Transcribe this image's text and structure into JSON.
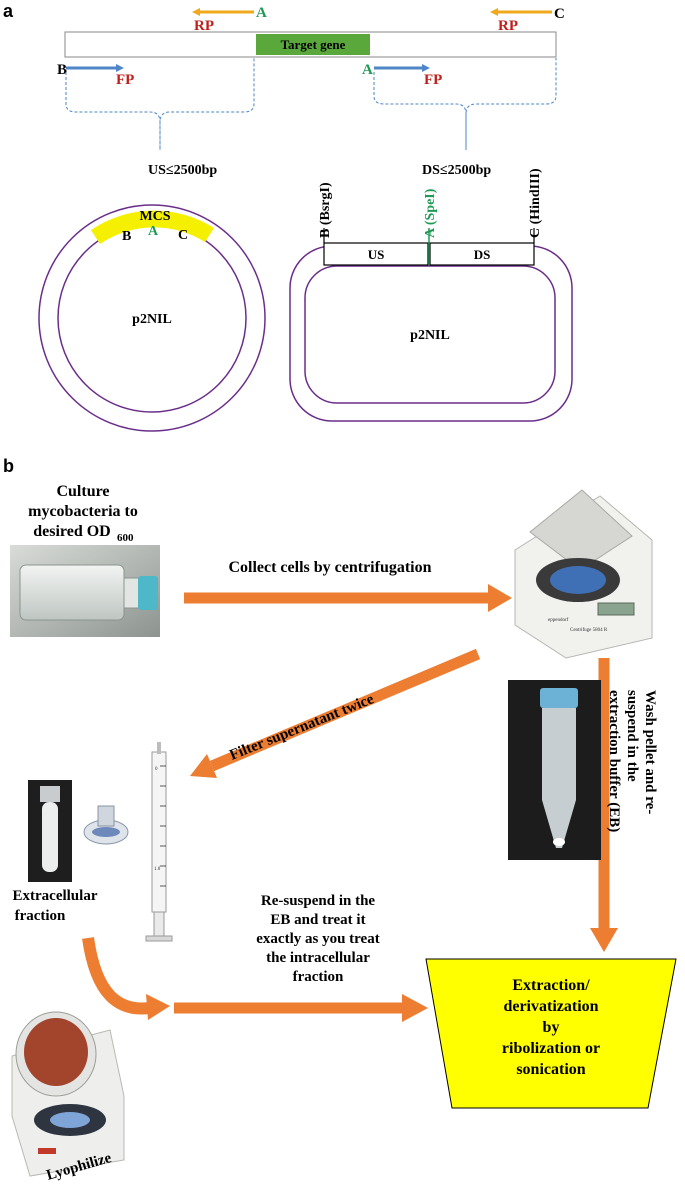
{
  "panel_a": {
    "letter": "a",
    "target_gene": "Target gene",
    "rp_left": "RP",
    "a_top": "A",
    "rp_right": "RP",
    "c_top": "C",
    "b_left": "B",
    "fp_left": "FP",
    "a_mid": "A",
    "fp_right": "FP",
    "us_label": "US≤2500bp",
    "ds_label": "DS≤2500bp",
    "mcs": "MCS",
    "mcs_b": "B",
    "mcs_a": "A",
    "mcs_c": "C",
    "plasmid_left": "p2NIL",
    "plasmid_right": "p2NIL",
    "site_b": "B (BsrgI)",
    "site_a": "A (SpeI)",
    "site_c": "C (HindIII)",
    "box_us": "US",
    "box_ds": "DS",
    "colors": {
      "gene_green": "#5aa83c",
      "arrow_orange": "#f0a81c",
      "arrow_blue": "#4e86c7",
      "label_red": "#c0201c",
      "label_green": "#1e9a55",
      "plasmid_purple": "#6a2e8a",
      "mcs_yellow": "#f5f000"
    }
  },
  "panel_b": {
    "letter": "b",
    "culture_l1": "Culture",
    "culture_l2": "mycobacteria to",
    "culture_l3": "desired OD",
    "culture_sub": "600",
    "collect": "Collect cells by centrifugation",
    "filter": "Filter supernatant twice",
    "wash_l1": "Wash pellet and re-",
    "wash_l2": "suspend in the",
    "wash_l3": "extraction buffer (EB)",
    "extracellular_l1": "Extracellular",
    "extracellular_l2": "fraction",
    "resuspend_l1": "Re-suspend in the",
    "resuspend_l2": "EB and treat it",
    "resuspend_l3": "exactly as you treat",
    "resuspend_l4": "the intracellular",
    "resuspend_l5": "fraction",
    "extraction_l1": "Extraction/",
    "extraction_l2": "derivatization",
    "extraction_l3": "by",
    "extraction_l4": "ribolization or",
    "extraction_l5": "sonication",
    "lyophilize": "Lyophilize",
    "centrifuge_label": "Centrifuge 5804 R",
    "brand_label": "eppendorf",
    "syringe_tick_1": "1.0",
    "syringe_tick_0": "0",
    "colors": {
      "flow_arrow": "#ed7d31",
      "extraction_box": "#ffff00"
    }
  }
}
